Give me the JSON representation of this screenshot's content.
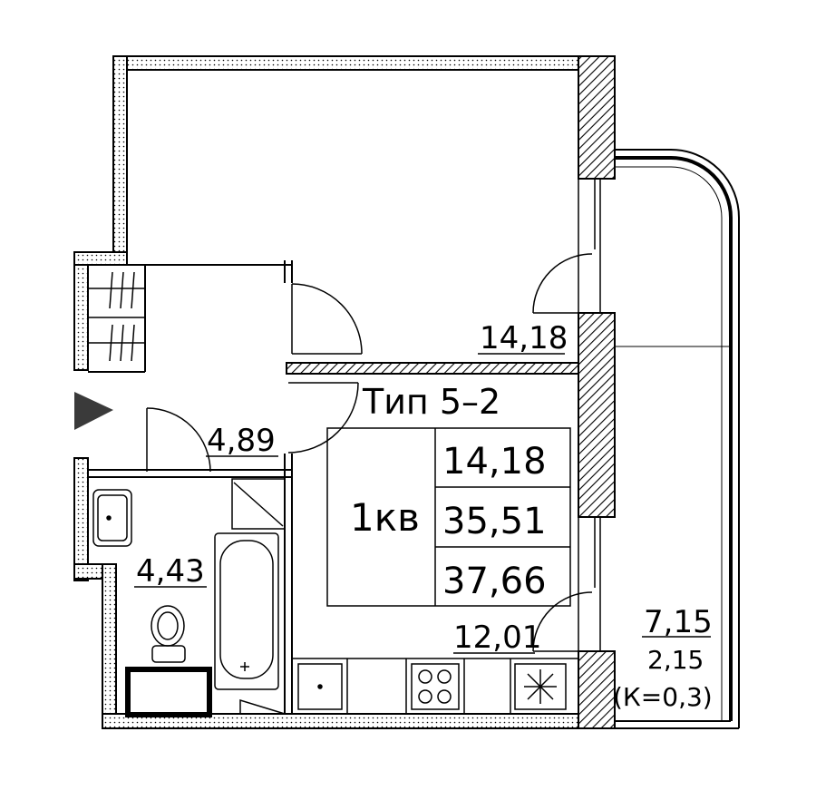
{
  "plan": {
    "type_label": "Тип 5–2",
    "apartment": "1кв",
    "summary": {
      "living_area": "14,18",
      "total_area": "35,51",
      "total_with_balcony": "37,66"
    },
    "rooms": {
      "living_room": "14,18",
      "hallway": "4,89",
      "bathroom": "4,43",
      "kitchen": "12,01"
    },
    "balcony": {
      "area": "7,15",
      "reduced_area": "2,15",
      "coefficient": "(К=0,3)"
    }
  }
}
